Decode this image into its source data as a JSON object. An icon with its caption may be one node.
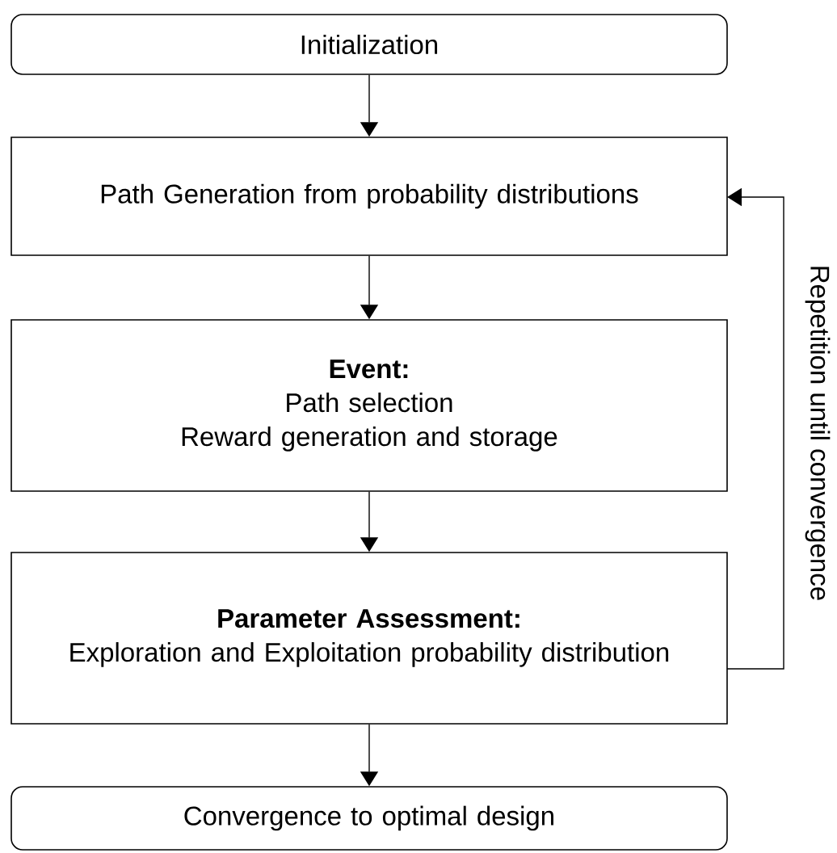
{
  "diagram": {
    "nodes": [
      {
        "text": [
          "Initialization"
        ]
      },
      {
        "text": [
          "Path Generation from probability distributions"
        ]
      },
      {
        "text": [
          "Event:",
          "Path selection",
          "Reward generation and storage"
        ]
      },
      {
        "text": [
          "Parameter Assessment:",
          "Exploration and Exploitation probability distribution"
        ]
      },
      {
        "text": [
          "Convergence to optimal design"
        ]
      }
    ],
    "edges": [
      {
        "from": 0,
        "to": 1,
        "arrow": "to"
      },
      {
        "from": 1,
        "to": 2,
        "arrow": "to"
      },
      {
        "from": 2,
        "to": 3,
        "arrow": "to"
      },
      {
        "from": 3,
        "to": 1,
        "arrow": "to",
        "label": "Repetition until convergence"
      },
      {
        "from": 3,
        "to": 4,
        "arrow": "to"
      }
    ]
  }
}
